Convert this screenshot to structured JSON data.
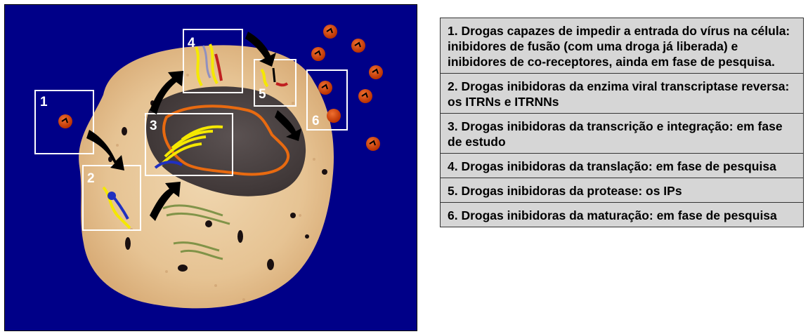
{
  "diagram": {
    "colors": {
      "background": "#000088",
      "cytoplasm": "#e8c79a",
      "nucleus": "#4a4040",
      "nuclear_membrane": "#e86a10",
      "rna": "#f5e800",
      "virus": "#d84a0a",
      "box": "#ffffff"
    },
    "steps": [
      {
        "number": "1"
      },
      {
        "number": "2"
      },
      {
        "number": "3"
      },
      {
        "number": "4"
      },
      {
        "number": "5"
      },
      {
        "number": "6"
      }
    ]
  },
  "legend": {
    "items": [
      {
        "text": "1. Drogas capazes de impedir a entrada do vírus na célula: inibidores de fusão (com uma droga já liberada) e inibidores de co-receptores, ainda em fase de pesquisa."
      },
      {
        "text": "2. Drogas inibidoras da enzima viral transcriptase reversa: os ITRNs e ITRNNs"
      },
      {
        "text": "3. Drogas inibidoras da transcrição e integração: em fase de estudo"
      },
      {
        "text": "4. Drogas inibidoras da translação: em fase de pesquisa"
      },
      {
        "text": "5. Drogas inibidoras da protease: os IPs"
      },
      {
        "text": "6. Drogas inibidoras da maturação: em fase de pesquisa"
      }
    ]
  }
}
